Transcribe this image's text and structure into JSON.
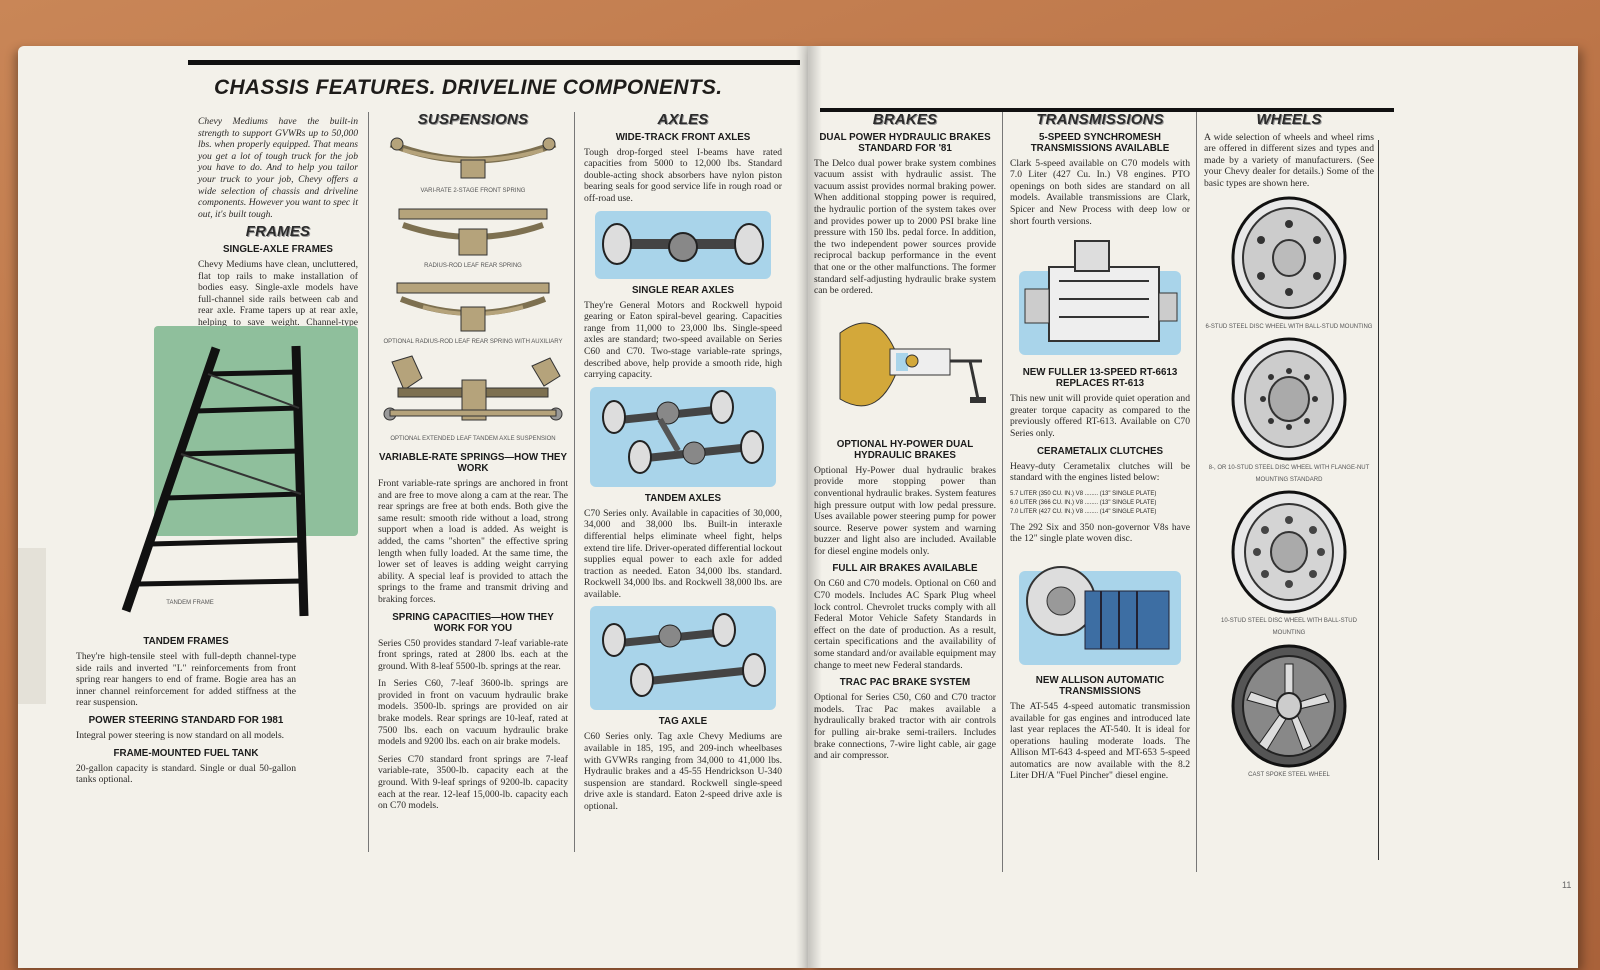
{
  "spread": {
    "headline": "CHASSIS FEATURES. DRIVELINE COMPONENTS.",
    "page_number": "11"
  },
  "intro": "Chevy Mediums have the built-in strength to support GVWRs up to 50,000 lbs. when properly equipped. That means you get a lot of tough truck for the job you have to do. And to help you tailor your truck to your job, Chevy offers a wide selection of chassis and driveline components. However you want to spec it out, it's built tough.",
  "frames": {
    "heading": "FRAMES",
    "single_title": "SINGLE-AXLE FRAMES",
    "single_text": "Chevy Mediums have clean, uncluttered, flat top rails to make installation of bodies easy. Single-axle models have full-channel side rails between cab and rear axle. Frame tapers up at rear axle, helping to save weight. Channel-type cross members with alligator jaw outer ends help provide a solid foundation.",
    "frame_caption": "TANDEM FRAME",
    "tandem_title": "TANDEM FRAMES",
    "tandem_text": "They're high-tensile steel with full-depth channel-type side rails and inverted \"L\" reinforcements from front spring rear hangers to end of frame. Bogie area has an inner channel reinforcement for added stiffness at the rear suspension.",
    "steering_title": "POWER STEERING STANDARD FOR 1981",
    "steering_text": "Integral power steering is now standard on all models.",
    "tank_title": "FRAME-MOUNTED FUEL TANK",
    "tank_text": "20-gallon capacity is standard. Single or dual 50-gallon tanks optional."
  },
  "suspensions": {
    "heading": "SUSPENSIONS",
    "cap1": "VARI-RATE 2-STAGE FRONT SPRING",
    "cap2": "RADIUS-ROD LEAF REAR SPRING",
    "cap3": "OPTIONAL RADIUS-ROD LEAF REAR SPRING WITH AUXILIARY",
    "cap4": "OPTIONAL EXTENDED LEAF TANDEM AXLE SUSPENSION",
    "var_title": "VARIABLE-RATE SPRINGS—HOW THEY WORK",
    "var_text": "Front variable-rate springs are anchored in front and are free to move along a cam at the rear. The rear springs are free at both ends. Both give the same result: smooth ride without a load, strong support when a load is added. As weight is added, the cams \"shorten\" the effective spring length when fully loaded. At the same time, the lower set of leaves is adding weight carrying ability. A special leaf is provided to attach the springs to the frame and transmit driving and braking forces.",
    "cap_title": "SPRING CAPACITIES—HOW THEY WORK FOR YOU",
    "cap_text1": "Series C50 provides standard 7-leaf variable-rate front springs, rated at 2800 lbs. each at the ground. With 8-leaf 5500-lb. springs at the rear.",
    "cap_text2": "In Series C60, 7-leaf 3600-lb. springs are provided in front on vacuum hydraulic brake models. 3500-lb. springs are provided on air brake models. Rear springs are 10-leaf, rated at 7500 lbs. each on vacuum hydraulic brake models and 9200 lbs. each on air brake models.",
    "cap_text3": "Series C70 standard front springs are 7-leaf variable-rate, 3500-lb. capacity each at the ground. With 9-leaf springs of 9200-lb. capacity each at the rear. 12-leaf 15,000-lb. capacity each on C70 models."
  },
  "axles": {
    "heading": "AXLES",
    "front_title": "WIDE-TRACK FRONT AXLES",
    "front_text": "Tough drop-forged steel I-beams have rated capacities from 5000 to 12,000 lbs. Standard double-acting shock absorbers have nylon piston bearing seals for good service life in rough road or off-road use.",
    "rear_title": "SINGLE REAR AXLES",
    "rear_text": "They're General Motors and Rockwell hypoid gearing or Eaton spiral-bevel gearing. Capacities range from 11,000 to 23,000 lbs. Single-speed axles are standard; two-speed available on Series C60 and C70. Two-stage variable-rate springs, described above, help provide a smooth ride, high carrying capacity.",
    "tandem_title": "TANDEM AXLES",
    "tandem_text": "C70 Series only. Available in capacities of 30,000, 34,000 and 38,000 lbs. Built-in interaxle differential helps eliminate wheel fight, helps extend tire life. Driver-operated differential lockout supplies equal power to each axle for added traction as needed. Eaton 34,000 lbs. standard. Rockwell 34,000 lbs. and Rockwell 38,000 lbs. are available.",
    "tag_title": "TAG AXLE",
    "tag_text": "C60 Series only. Tag axle Chevy Mediums are available in 185, 195, and 209-inch wheelbases with GVWRs ranging from 34,000 to 41,000 lbs. Hydraulic brakes and a 45-55 Hendrickson U-340 suspension are standard. Rockwell single-speed drive axle is standard. Eaton 2-speed drive axle is optional."
  },
  "brakes": {
    "heading": "BRAKES",
    "dual_title": "DUAL POWER HYDRAULIC BRAKES STANDARD FOR '81",
    "dual_text": "The Delco dual power brake system combines vacuum assist with hydraulic assist. The vacuum assist provides normal braking power. When additional stopping power is required, the hydraulic portion of the system takes over and provides power up to 2000 PSI brake line pressure with 150 lbs. pedal force. In addition, the two independent power sources provide reciprocal backup performance in the event that one or the other malfunctions. The former standard self-adjusting hydraulic brake system can be ordered.",
    "hy_title": "OPTIONAL HY-POWER DUAL HYDRAULIC BRAKES",
    "hy_text": "Optional Hy-Power dual hydraulic brakes provide more stopping power than conventional hydraulic brakes. System features high pressure output with low pedal pressure. Uses available power steering pump for power source. Reserve power system and warning buzzer and light also are included. Available for diesel engine models only.",
    "air_title": "FULL AIR BRAKES AVAILABLE",
    "air_text": "On C60 and C70 models. Optional on C60 and C70 models. Includes AC Spark Plug wheel lock control. Chevrolet trucks comply with all Federal Motor Vehicle Safety Standards in effect on the date of production. As a result, certain specifications and the availability of some standard and/or available equipment may change to meet new Federal standards.",
    "trac_title": "TRAC PAC BRAKE SYSTEM",
    "trac_text": "Optional for Series C50, C60 and C70 tractor models. Trac Pac makes available a hydraulically braked tractor with air controls for pulling air-brake semi-trailers. Includes brake connections, 7-wire light cable, air gage and air compressor."
  },
  "transmissions": {
    "heading": "TRANSMISSIONS",
    "sync_title": "5-SPEED SYNCHROMESH TRANSMISSIONS AVAILABLE",
    "sync_text": "Clark 5-speed available on C70 models with 7.0 Liter (427 Cu. In.) V8 engines. PTO openings on both sides are standard on all models. Available transmissions are Clark, Spicer and New Process with deep low or short fourth versions.",
    "fuller_title": "NEW FULLER 13-SPEED RT-6613 REPLACES RT-613",
    "fuller_text": "This new unit will provide quiet operation and greater torque capacity as compared to the previously offered RT-613. Available on C70 Series only.",
    "clutch_title": "CERAMETALIX CLUTCHES",
    "clutch_text": "Heavy-duty Cerametalix clutches will be standard with the engines listed below:",
    "clutch_rows": [
      "5.7 LITER (350 CU. IN.) V8 ........ (13\" SINGLE PLATE)",
      "6.0 LITER (366 CU. IN.) V8 ........ (13\" SINGLE PLATE)",
      "7.0 LITER (427 CU. IN.) V8 ........ (14\" SINGLE PLATE)"
    ],
    "clutch_text2": "The 292 Six and 350 non-governor V8s have the 12\" single plate woven disc.",
    "allison_title": "NEW ALLISON AUTOMATIC TRANSMISSIONS",
    "allison_text": "The AT-545 4-speed automatic transmission available for gas engines and introduced late last year replaces the AT-540. It is ideal for operations hauling moderate loads. The Allison MT-643 4-speed and MT-653 5-speed automatics are now available with the 8.2 Liter DH/A \"Fuel Pincher\" diesel engine."
  },
  "wheels": {
    "heading": "WHEELS",
    "text": "A wide selection of wheels and wheel rims are offered in different sizes and types and made by a variety of manufacturers. (See your Chevy dealer for details.) Some of the basic types are shown here.",
    "cap1": "6-STUD STEEL DISC WHEEL WITH BALL-STUD MOUNTING",
    "cap2": "8-, OR 10-STUD STEEL DISC WHEEL WITH FLANGE-NUT MOUNTING STANDARD",
    "cap3": "10-STUD STEEL DISC WHEEL WITH BALL-STUD MOUNTING",
    "cap4": "CAST SPOKE STEEL WHEEL"
  },
  "colors": {
    "paper": "#f3f1ea",
    "table": "#c07a4e",
    "ink": "#1e1c1a",
    "highlight_blue": "#a9d4ea",
    "frame_green": "#8fbf9c",
    "tan_metal": "#b5a37b"
  }
}
